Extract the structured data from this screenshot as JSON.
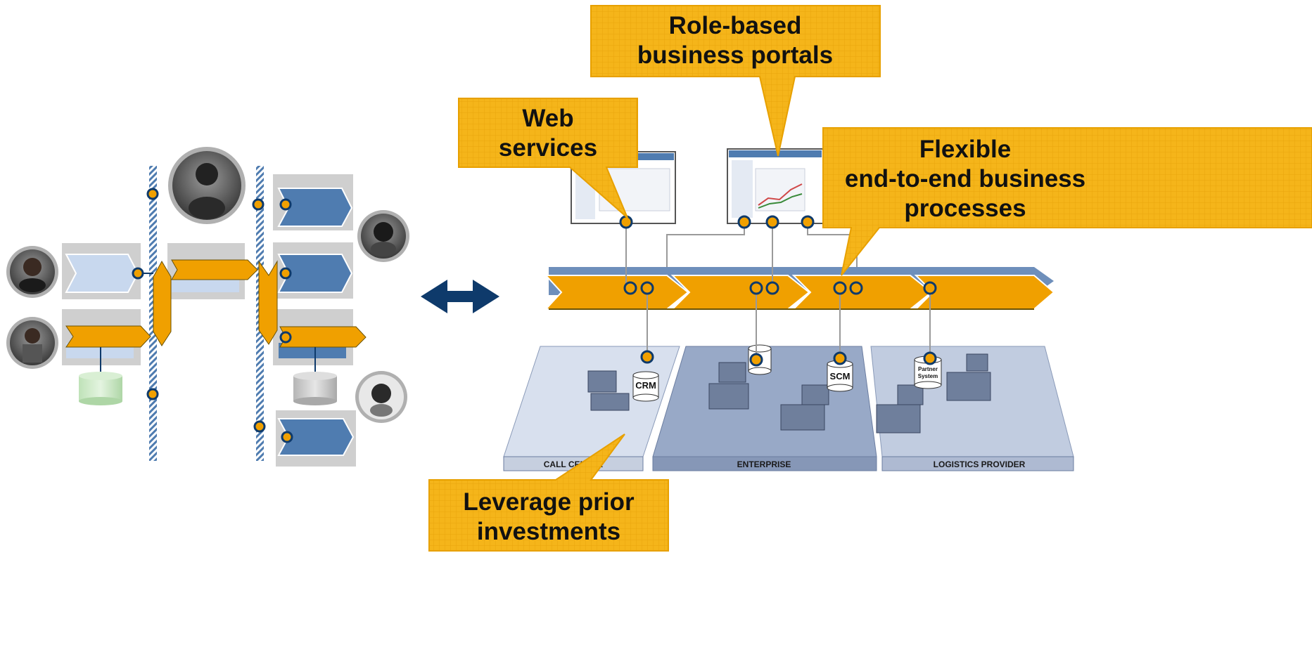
{
  "colors": {
    "orange": "#F0A000",
    "orange_dark": "#C47F00",
    "blue_dark": "#4F7CB0",
    "blue_light": "#C8D8EE",
    "navy": "#0E3A6B",
    "callout": "#F5B51A",
    "gray": "#C8C8C8"
  },
  "callouts": {
    "portals": [
      "Role-based",
      "business portals"
    ],
    "web": [
      "Web",
      "services"
    ],
    "flexible": [
      "Flexible",
      "end-to-end business",
      "processes"
    ],
    "leverage": [
      "Leverage prior",
      "investments"
    ]
  },
  "zones": {
    "call_center": "CALL CENTER",
    "enterprise": "ENTERPRISE",
    "logistics": "LOGISTICS PROVIDER"
  },
  "systems": {
    "crm": "CRM",
    "scm": "SCM",
    "partner": [
      "Partner",
      "System"
    ]
  },
  "icons": {
    "connector": "double-headed-arrow-icon",
    "person": "person-photo-icon",
    "database": "database-icon",
    "monitor": "portal-screen-icon"
  }
}
